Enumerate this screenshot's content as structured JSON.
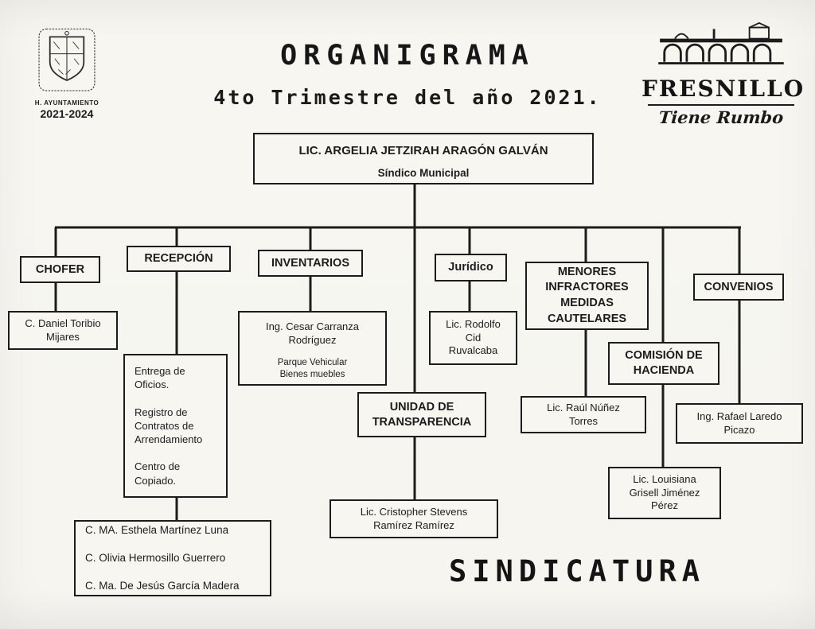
{
  "colors": {
    "ink": "#1c1c1c",
    "paper": "#f6f5f0"
  },
  "header": {
    "title": "ORGANIGRAMA",
    "subtitle": "4to Trimestre del año 2021.",
    "seal": {
      "line1": "H. AYUNTAMIENTO",
      "line2": "2021-2024",
      "icon": "coat-of-arms-icon"
    },
    "brand": {
      "name": "FRESNILLO",
      "tagline": "Tiene Rumbo",
      "icon": "aqueduct-icon"
    }
  },
  "root": {
    "name": "LIC. ARGELIA JETZIRAH ARAGÓN GALVÁN",
    "role": "Síndico Municipal"
  },
  "nodes": {
    "chofer": {
      "title": "CHOFER",
      "person": "C. Daniel Toribio\nMijares"
    },
    "recepcion": {
      "title": "RECEPCIÓN",
      "duties": "Entrega de\nOficios.\n\nRegistro de\nContratos de\nArrendamiento\n\nCentro de\nCopiado.",
      "staff": "C. MA. Esthela Martínez Luna\n\nC. Olivia Hermosillo Guerrero\n\nC. Ma. De Jesús García Madera"
    },
    "inventarios": {
      "title": "INVENTARIOS",
      "person": "Ing. Cesar Carranza\nRodríguez",
      "detail": "Parque Vehicular\nBienes muebles"
    },
    "transparencia": {
      "title": "UNIDAD DE\nTRANSPARENCIA",
      "person": "Lic. Cristopher Stevens\nRamírez Ramírez"
    },
    "juridico": {
      "title": "Jurídico",
      "person": "Lic. Rodolfo\nCid\nRuvalcaba"
    },
    "menores": {
      "title": "MENORES\nINFRACTORES\nMEDIDAS\nCAUTELARES",
      "person": "Lic. Raúl Núñez\nTorres"
    },
    "hacienda": {
      "title": "COMISIÓN DE\nHACIENDA",
      "person": "Lic. Louisiana\nGrisell Jiménez\nPérez"
    },
    "convenios": {
      "title": "CONVENIOS",
      "person": "Ing. Rafael Laredo\nPicazo"
    }
  },
  "footer": {
    "label": "SINDICATURA"
  }
}
